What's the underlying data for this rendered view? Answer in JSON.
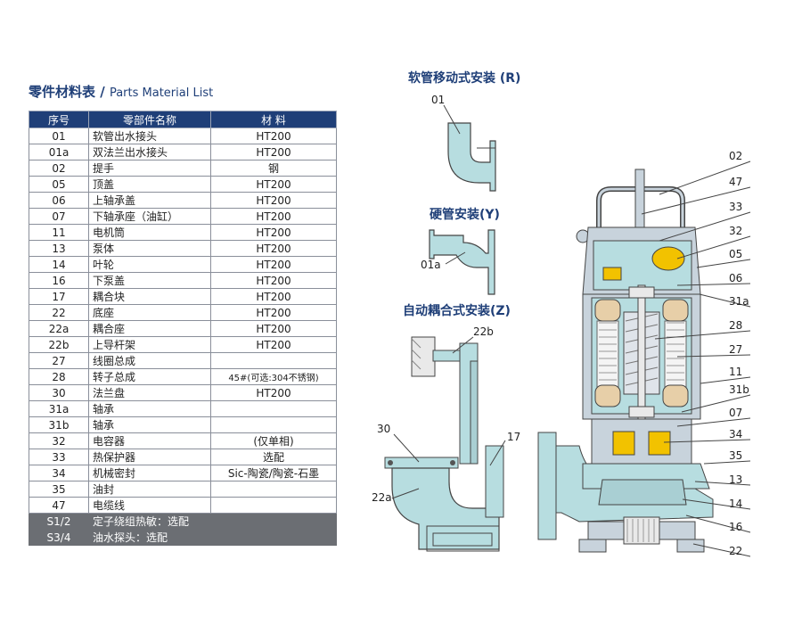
{
  "title": {
    "cn": "零件材料表",
    "sep": " / ",
    "en": "Parts Material List"
  },
  "table": {
    "headers": [
      "序号",
      "零部件名称",
      "材 料"
    ],
    "rows": [
      [
        "01",
        "软管出水接头",
        "HT200"
      ],
      [
        "01a",
        "双法兰出水接头",
        "HT200"
      ],
      [
        "02",
        "提手",
        "钢"
      ],
      [
        "05",
        "顶盖",
        "HT200"
      ],
      [
        "06",
        "上轴承盖",
        "HT200"
      ],
      [
        "07",
        "下轴承座（油缸）",
        "HT200"
      ],
      [
        "11",
        "电机筒",
        "HT200"
      ],
      [
        "13",
        "泵体",
        "HT200"
      ],
      [
        "14",
        "叶轮",
        "HT200"
      ],
      [
        "16",
        "下泵盖",
        "HT200"
      ],
      [
        "17",
        "耦合块",
        "HT200"
      ],
      [
        "22",
        "底座",
        "HT200"
      ],
      [
        "22a",
        "耦合座",
        "HT200"
      ],
      [
        "22b",
        "上导杆架",
        "HT200"
      ],
      [
        "27",
        "线圈总成",
        ""
      ],
      [
        "28",
        "转子总成",
        "45#(可选:304不锈钢)"
      ],
      [
        "30",
        "法兰盘",
        "HT200"
      ],
      [
        "31a",
        "轴承",
        ""
      ],
      [
        "31b",
        "轴承",
        ""
      ],
      [
        "32",
        "电容器",
        "(仅单相)"
      ],
      [
        "33",
        "热保护器",
        "选配"
      ],
      [
        "34",
        "机械密封",
        "Sic-陶瓷/陶瓷-石墨"
      ],
      [
        "35",
        "油封",
        ""
      ],
      [
        "47",
        "电缆线",
        ""
      ]
    ],
    "footer": [
      [
        "S1/2",
        "定子绕组热敏：选配"
      ],
      [
        "S3/4",
        "油水探头：选配"
      ]
    ]
  },
  "sections": {
    "r_title": "软管移动式安装 (R)",
    "y_title": "硬管安装(Y)",
    "z_title": "自动耦合式安装(Z)"
  },
  "labels": {
    "r": [
      "01"
    ],
    "y": [
      "01a"
    ],
    "z": [
      "22b",
      "30",
      "17",
      "22a"
    ],
    "pump": [
      "02",
      "47",
      "33",
      "32",
      "05",
      "06",
      "31a",
      "28",
      "27",
      "11",
      "31b",
      "07",
      "34",
      "35",
      "13",
      "14",
      "16",
      "22"
    ]
  },
  "colors": {
    "header_bg": "#1f3f78",
    "footer_bg": "#6b6e73",
    "water": "#b7dde0",
    "steel": "#c8d3dc",
    "winding": "#e7cfa8",
    "seal": "#f2c200"
  }
}
